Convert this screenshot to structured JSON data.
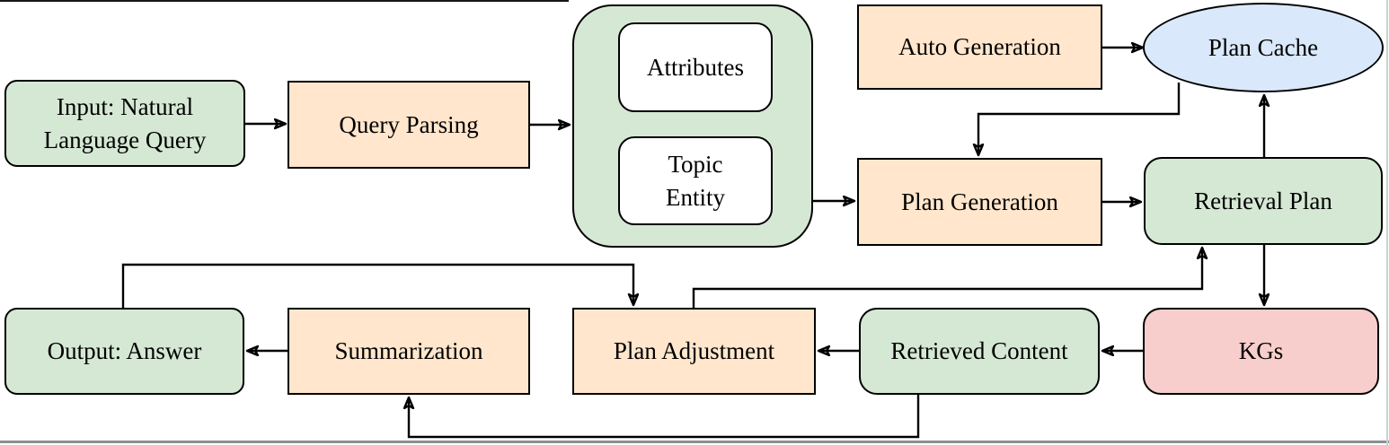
{
  "figure": {
    "type": "flowchart",
    "colors": {
      "stroke": "#000000",
      "node_green": "#d5e8d4",
      "node_orange": "#ffe6cc",
      "node_blue": "#dae8fc",
      "node_red": "#f8cecc",
      "node_white": "#ffffff"
    },
    "nodes": {
      "input": {
        "label": "Input: Natural Language Query",
        "fill": "#d5e8d4",
        "shape": "rounded-rectangle"
      },
      "query_parsing": {
        "label": "Query Parsing",
        "fill": "#ffe6cc",
        "shape": "rectangle"
      },
      "parsing_result_group": {
        "label": "",
        "fill": "#d5e8d4",
        "shape": "rounded-rectangle"
      },
      "attributes": {
        "label": "Attributes",
        "fill": "#ffffff",
        "shape": "rounded-rectangle"
      },
      "topic_entity": {
        "label": "Topic Entity",
        "fill": "#ffffff",
        "shape": "rounded-rectangle"
      },
      "auto_generation": {
        "label": "Auto Generation",
        "fill": "#ffe6cc",
        "shape": "rectangle"
      },
      "plan_cache": {
        "label": "Plan Cache",
        "fill": "#dae8fc",
        "shape": "ellipse"
      },
      "plan_generation": {
        "label": "Plan Generation",
        "fill": "#ffe6cc",
        "shape": "rectangle"
      },
      "retrieval_plan": {
        "label": "Retrieval Plan",
        "fill": "#d5e8d4",
        "shape": "rounded-rectangle"
      },
      "kgs": {
        "label": "KGs",
        "fill": "#f8cecc",
        "shape": "rounded-rectangle"
      },
      "retrieved_content": {
        "label": "Retrieved Content",
        "fill": "#d5e8d4",
        "shape": "rounded-rectangle"
      },
      "plan_adjustment": {
        "label": "Plan Adjustment",
        "fill": "#ffe6cc",
        "shape": "rectangle"
      },
      "summarization": {
        "label": "Summarization",
        "fill": "#ffe6cc",
        "shape": "rectangle"
      },
      "output": {
        "label": "Output: Answer",
        "fill": "#d5e8d4",
        "shape": "rounded-rectangle"
      }
    },
    "edges": [
      {
        "from": "input",
        "to": "query_parsing"
      },
      {
        "from": "query_parsing",
        "to": "parsing_result_group"
      },
      {
        "from": "parsing_result_group",
        "to": "plan_generation"
      },
      {
        "from": "auto_generation",
        "to": "plan_cache"
      },
      {
        "from": "plan_cache",
        "to": "plan_generation"
      },
      {
        "from": "plan_generation",
        "to": "retrieval_plan"
      },
      {
        "from": "retrieval_plan",
        "to": "plan_cache"
      },
      {
        "from": "retrieval_plan",
        "to": "kgs"
      },
      {
        "from": "kgs",
        "to": "retrieved_content"
      },
      {
        "from": "retrieved_content",
        "to": "plan_adjustment"
      },
      {
        "from": "retrieved_content",
        "to": "summarization"
      },
      {
        "from": "plan_adjustment",
        "to": "retrieval_plan"
      },
      {
        "from": "summarization",
        "to": "output"
      },
      {
        "from": "output",
        "to": "plan_adjustment"
      }
    ]
  }
}
